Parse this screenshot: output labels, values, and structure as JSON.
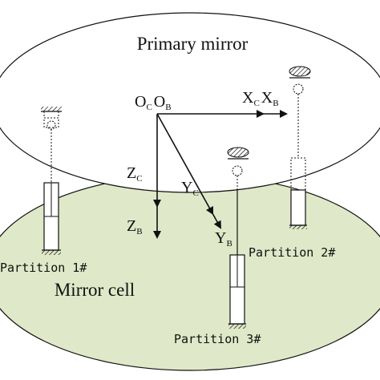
{
  "labels": {
    "primary_mirror": "Primary mirror",
    "mirror_cell": "Mirror cell",
    "partition_1": "Partition 1#",
    "partition_2": "Partition 2#",
    "partition_3": "Partition 3#"
  },
  "axes": {
    "origin": {
      "main": "O",
      "c_sub": "C",
      "b_main": "O",
      "b_sub": "B"
    },
    "x": {
      "c_main": "X",
      "c_sub": "C",
      "b_main": "X",
      "b_sub": "B"
    },
    "y": {
      "c_main": "Y",
      "c_sub": "C",
      "b_main": "Y",
      "b_sub": "B"
    },
    "z": {
      "c_main": "Z",
      "c_sub": "C",
      "b_main": "Z",
      "b_sub": "B"
    }
  },
  "colors": {
    "mirror_cell_fill": "#dfe8c8",
    "primary_mirror_fill": "#ffffff",
    "stroke": "#111111"
  }
}
